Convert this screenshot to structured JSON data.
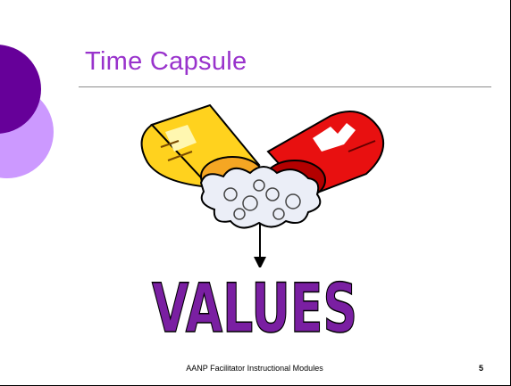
{
  "slide": {
    "title": "Time Capsule",
    "wordart_text": "VALUES",
    "footer": "AANP Facilitator Instructional Modules",
    "page_number": "5"
  },
  "colors": {
    "title": "#9933cc",
    "deco_dark": "#660099",
    "deco_light": "#cc99ff",
    "wordart_fill": "#7a1fa2",
    "capsule_red": "#e81010",
    "capsule_yellow": "#ffd21e",
    "rule": "#8c8c8c"
  },
  "icons": {
    "capsule_art": "open-pill-capsule-icon",
    "arrow": "arrow-down-icon"
  }
}
